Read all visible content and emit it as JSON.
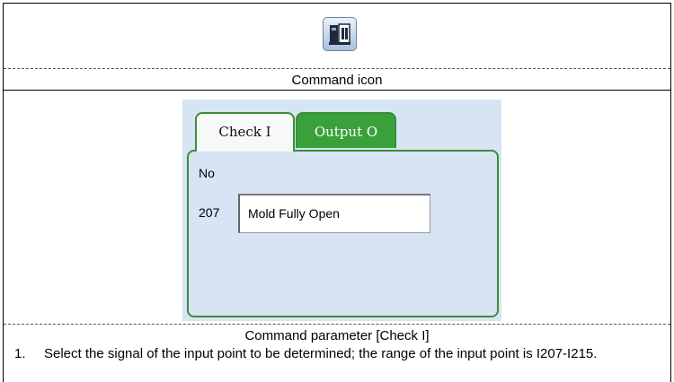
{
  "command_icon": {
    "icon": "check-input-icon",
    "caption": "Command icon"
  },
  "screenshot": {
    "tabs": [
      {
        "label": "Check I",
        "active": true
      },
      {
        "label": "Output O",
        "active": false
      }
    ],
    "column_header": "No",
    "input_number": "207",
    "input_value": "Mold Fully Open"
  },
  "parameter_caption": "Command parameter [Check I]",
  "steps": [
    {
      "number": "1.",
      "text": "Select the signal of the input point to be determined; the range of the input point is I207-I215."
    }
  ],
  "colors": {
    "tab_green": "#3aa13a",
    "panel_border": "#3a8e3a",
    "panel_bg": "#d6e4f4"
  }
}
